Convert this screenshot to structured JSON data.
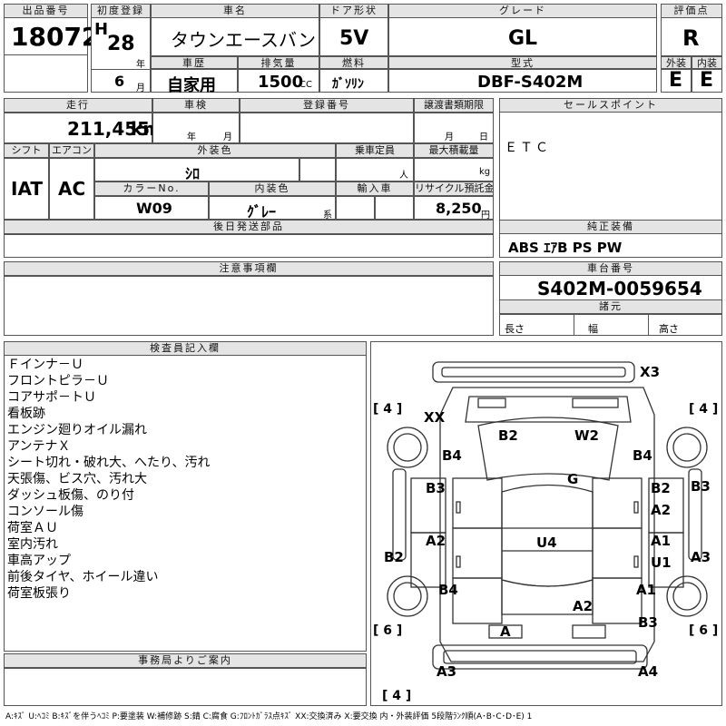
{
  "header": {
    "lot_label": "出品番号",
    "lot_value": "18072",
    "first_reg_label": "初度登録",
    "era": "H",
    "year": "28",
    "year_unit": "年",
    "month": "6",
    "month_unit": "月",
    "car_name_label": "車名",
    "car_name": "タウンエースバン",
    "door_label": "ドア形状",
    "door": "5V",
    "grade_label": "グレード",
    "grade": "GL",
    "score_label": "評価点",
    "score": "R",
    "history_label": "車歴",
    "history": "自家用",
    "displacement_label": "排気量",
    "displacement": "1500",
    "displacement_unit": "CC",
    "fuel_label": "燃料",
    "fuel": "ｶﾞｿﾘﾝ",
    "model_label": "型式",
    "model": "DBF-S402M",
    "ext_label": "外装",
    "ext_score": "E",
    "int_label": "内装",
    "int_score": "E"
  },
  "row2": {
    "mileage_label": "走行",
    "mileage": "211,455",
    "mileage_unit": "km",
    "inspection_label": "車検",
    "insp_year_unit": "年",
    "insp_month_unit": "月",
    "reg_no_label": "登録番号",
    "transfer_label": "譲渡書類期限",
    "transfer_month_unit": "月",
    "transfer_day_unit": "日",
    "sales_points_label": "セールスポイント",
    "sales_points": "ＥＴＣ"
  },
  "row3": {
    "shift_label": "シフト",
    "shift": "IAT",
    "ac_label": "エアコン",
    "ac": "AC",
    "ext_color_label": "外装色",
    "ext_color": "ｼﾛ",
    "capacity_label": "乗車定員",
    "capacity_unit": "人",
    "max_load_label": "最大積載量",
    "max_load_unit": "kg",
    "color_no_label": "カラーNo.",
    "color_no": "W09",
    "int_color_label": "内装色",
    "int_color": "ｸﾞﾚｰ",
    "int_color_suffix": "系",
    "import_label": "輸入車",
    "recycle_label": "リサイクル預託金",
    "recycle": "8,250",
    "recycle_unit": "円"
  },
  "later_parts_label": "後日発送部品",
  "genuine_label": "純正装備",
  "genuine": "ABS ｴｱB PS PW",
  "notes_label": "注意事項欄",
  "chassis_label": "車台番号",
  "chassis": "S402M-0059654",
  "specs_label": "諸元",
  "length_label": "長さ",
  "width_label": "幅",
  "height_label": "高さ",
  "inspector_label": "検査員記入欄",
  "inspector_notes": [
    "Ｆインナ－Ｕ",
    "フロントピラ－Ｕ",
    "コアサポ－トＵ",
    "看板跡",
    "エンジン廻りオイル漏れ",
    "アンテナＸ",
    "シート切れ・破れ大、へたり、汚れ",
    "天張傷、ビス穴、汚れ大",
    "ダッシュ板傷、のり付",
    "コンソール傷",
    "荷室ＡＵ",
    "室内汚れ",
    "車高アップ",
    "前後タイヤ、ホイール違い",
    "荷室板張り"
  ],
  "office_label": "事務局よりご案内",
  "legend": "A:ｷｽﾞ U:ﾍｺﾐ B:ｷｽﾞを伴うﾍｺﾐ P:要塗装 W:補修跡 S:錆 C:腐食 G:ﾌﾛﾝﾄｶﾞﾗｽ点ｷｽﾞ XX:交換済み X:要交換 内・外装評価 5段階ﾗﾝｸ順(A･B･C･D･E) 1",
  "diagram": {
    "marks": [
      {
        "id": "x3",
        "text": "X3"
      },
      {
        "id": "tire-fl",
        "text": "[ 4 ]"
      },
      {
        "id": "tire-fr",
        "text": "[ 4 ]"
      },
      {
        "id": "xx",
        "text": "XX"
      },
      {
        "id": "b2-hood",
        "text": "B2"
      },
      {
        "id": "w2",
        "text": "W2"
      },
      {
        "id": "b4-lf",
        "text": "B4"
      },
      {
        "id": "b4-rf",
        "text": "B4"
      },
      {
        "id": "g",
        "text": "G"
      },
      {
        "id": "b3-l",
        "text": "B3"
      },
      {
        "id": "b2-r",
        "text": "B2"
      },
      {
        "id": "b3-rr",
        "text": "B3"
      },
      {
        "id": "a2-r",
        "text": "A2"
      },
      {
        "id": "a2-l",
        "text": "A2"
      },
      {
        "id": "u4",
        "text": "U4"
      },
      {
        "id": "a1-r",
        "text": "A1"
      },
      {
        "id": "b2-l",
        "text": "B2"
      },
      {
        "id": "u1",
        "text": "U1"
      },
      {
        "id": "a3-r",
        "text": "A3"
      },
      {
        "id": "b4-lr",
        "text": "B4"
      },
      {
        "id": "a1-rr",
        "text": "A1"
      },
      {
        "id": "a2-rear",
        "text": "A2"
      },
      {
        "id": "b3-rear",
        "text": "B3"
      },
      {
        "id": "tire-rl",
        "text": "[ 6 ]"
      },
      {
        "id": "tire-rr",
        "text": "[ 6 ]"
      },
      {
        "id": "a-rear",
        "text": "A"
      },
      {
        "id": "a3-bumper",
        "text": "A3"
      },
      {
        "id": "a4-bumper",
        "text": "A4"
      },
      {
        "id": "tire-spare",
        "text": "[ 4 ]"
      }
    ]
  }
}
